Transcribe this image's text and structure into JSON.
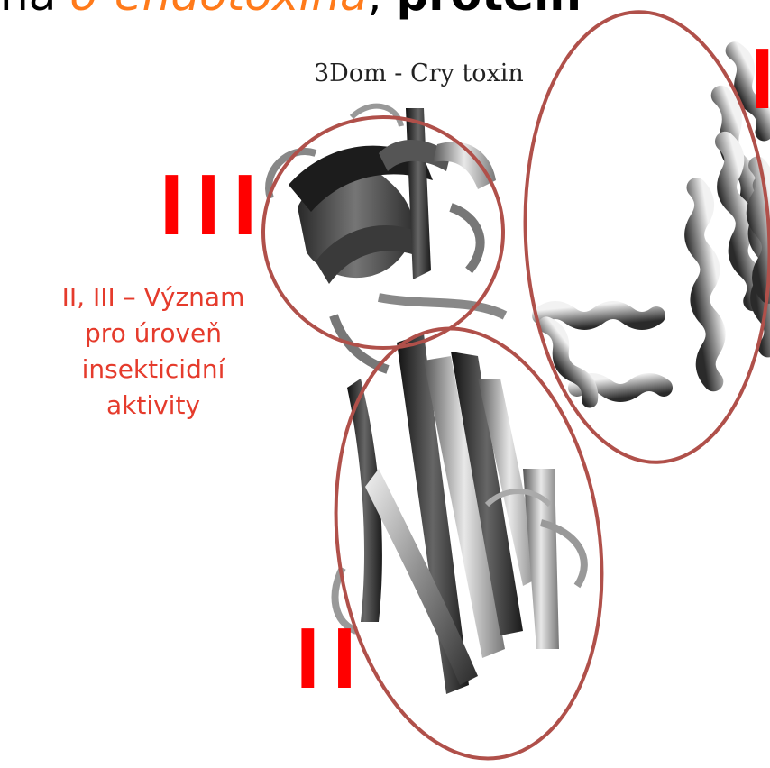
{
  "heading": {
    "prefix": "na",
    "italic": "δ-endotoxina",
    "separator": ",",
    "bold": "protein"
  },
  "figure": {
    "title": "3Dom - Cry toxin",
    "domain_labels": {
      "domain_i": "I",
      "domain_ii": "II",
      "domain_iii": "III"
    }
  },
  "annotation": {
    "line1": "II, III – Význam",
    "line2": "pro úroveň",
    "line3": "insekticidní",
    "line4": "aktivity"
  },
  "colors": {
    "heading_italic": "#ff7a1a",
    "roman_labels": "#ff0000",
    "annotation_text": "#e53b2c",
    "ellipse_outline": "#b0504a"
  }
}
